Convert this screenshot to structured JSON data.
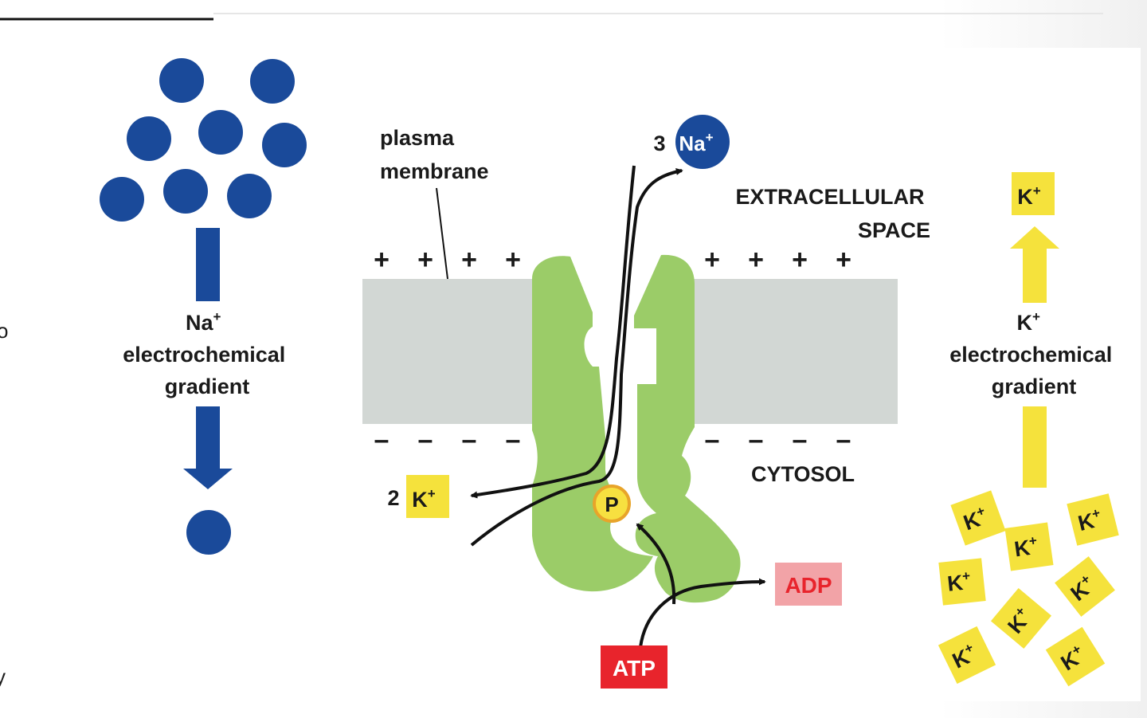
{
  "colors": {
    "sodium": "#1a4a9a",
    "potassium": "#f5e23c",
    "membrane": "#d2d7d4",
    "pump": "#9bcc68",
    "charge": "#d0308a",
    "atp": "#e8242c",
    "adp_fill": "#f2a3a7",
    "adp_text": "#e8242c",
    "phosphate_fill": "#f7e040",
    "phosphate_ring": "#e8a42a"
  },
  "left_gradient": {
    "ion": "Na",
    "ion_charge": "+",
    "line1": "electrochemical",
    "line2": "gradient"
  },
  "right_gradient": {
    "ion": "K",
    "ion_charge": "+",
    "line1": "electrochemical",
    "line2": "gradient"
  },
  "membrane_label": {
    "line1": "plasma",
    "line2": "membrane"
  },
  "regions": {
    "extracellular_line1": "EXTRACELLULAR",
    "extracellular_line2": "SPACE",
    "cytosol": "CYTOSOL"
  },
  "charges": {
    "outside": "+",
    "inside": "–"
  },
  "pump": {
    "sodium_count": "3",
    "sodium_ion": "Na",
    "sodium_charge": "+",
    "potassium_count": "2",
    "potassium_ion": "K",
    "potassium_charge": "+",
    "phosphate": "P",
    "atp": "ATP",
    "adp": "ADP"
  },
  "k_box_label": "K",
  "k_box_charge": "+",
  "edge_fragments": [
    "o",
    "y"
  ]
}
